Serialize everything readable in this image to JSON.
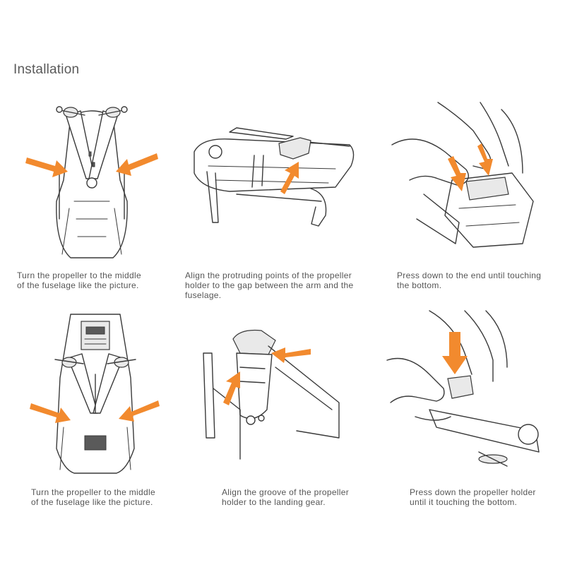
{
  "title": "Installation",
  "colors": {
    "accent_arrow": "#f28a2e",
    "line": "#3a3a3a",
    "text": "#555555"
  },
  "steps": [
    {
      "caption": "Turn the propeller to the middle\nof the fuselage like the picture."
    },
    {
      "caption": "Align the protruding points of the propeller\nholder to the gap between the arm and the\nfuselage."
    },
    {
      "caption": "Press down to the end until touching\nthe bottom."
    },
    {
      "caption": "Turn the propeller to the middle\nof the fuselage like the picture."
    },
    {
      "caption": "Align the groove of the propeller\nholder to the landing gear."
    },
    {
      "caption": "Press down the propeller holder\nuntil it touching the bottom."
    }
  ]
}
